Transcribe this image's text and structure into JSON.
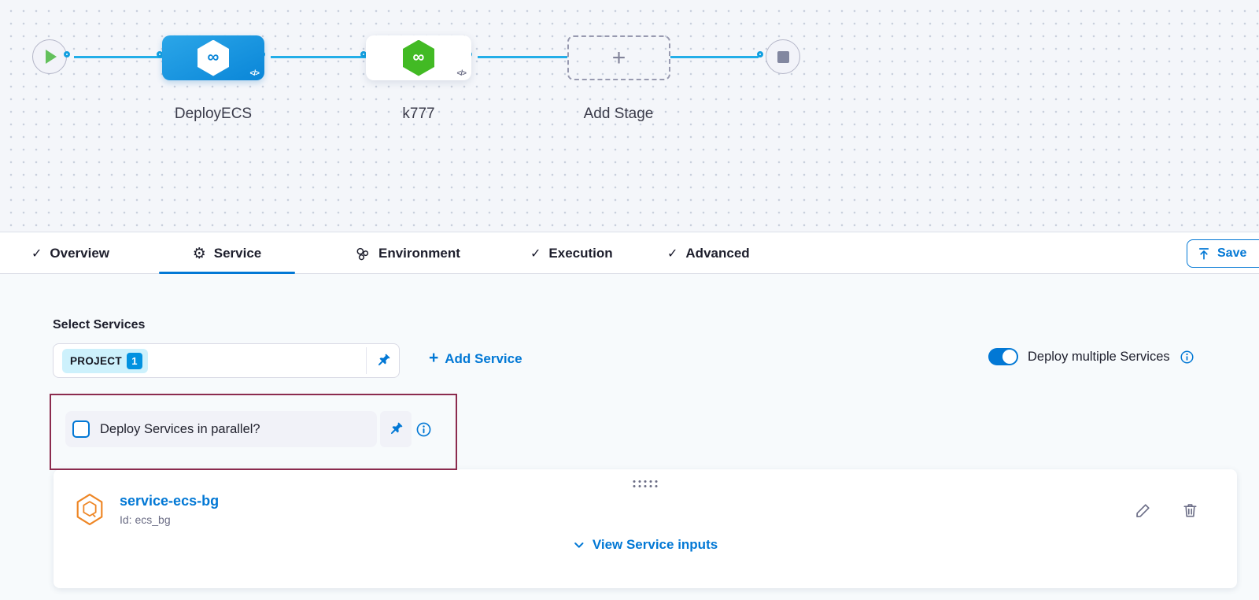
{
  "pipeline": {
    "stages": [
      {
        "label": "DeployECS"
      },
      {
        "label": "k777"
      },
      {
        "label": "Add Stage"
      }
    ]
  },
  "icon_glyphs": {
    "check": "✓",
    "gear": "⚙",
    "infinity": "∞",
    "code": "</>",
    "plus": "+",
    "add_stage_plus": "+"
  },
  "tabs": {
    "items": [
      {
        "label": "Overview"
      },
      {
        "label": "Service",
        "active": true
      },
      {
        "label": "Environment"
      },
      {
        "label": "Execution"
      },
      {
        "label": "Advanced"
      }
    ]
  },
  "toolbar": {
    "save_label": "Save"
  },
  "service_panel": {
    "select_services_label": "Select Services",
    "chip_label": "PROJECT",
    "chip_count": "1",
    "add_service_label": "Add Service",
    "deploy_multiple_label": "Deploy multiple Services",
    "parallel_question": "Deploy Services in parallel?",
    "service_name": "service-ecs-bg",
    "service_id": "Id: ecs_bg",
    "view_inputs_label": "View Service inputs"
  },
  "colors": {
    "accent_blue": "#0278d5",
    "connector_blue": "#23aee8",
    "node_blue": "#0a86d8",
    "node_green": "#42ba24",
    "service_icon_orange": "#ee8625",
    "annotation_red": "#8b2b4e"
  }
}
